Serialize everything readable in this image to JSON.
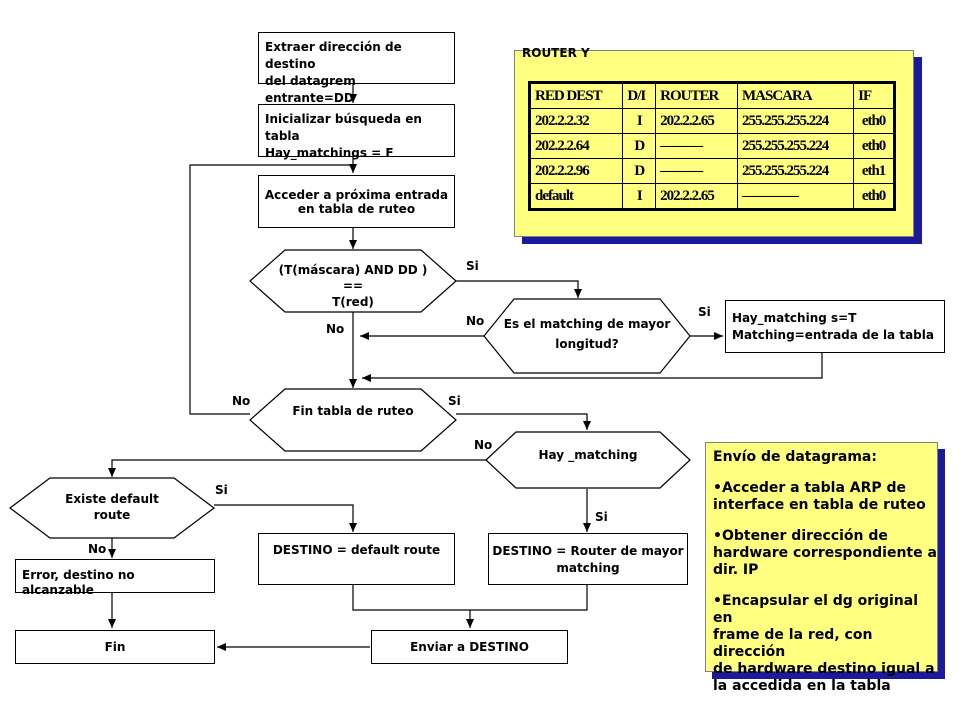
{
  "boxes": {
    "extraer": "Extraer dirección de destino\ndel datagrem entrante=DD",
    "inicializar": "Inicializar búsqueda en tabla\nHay_matchings = F",
    "acceder": "Acceder a próxima entrada\nen tabla de ruteo",
    "hay_matching_set": "Hay_matching s=T\nMatching=entrada de la tabla",
    "error": "Error, destino no\nalcanzable",
    "fin": "Fin",
    "destino_default": "DESTINO = default route",
    "destino_router": "DESTINO = Router de mayor\nmatching",
    "enviar": "Enviar a DESTINO"
  },
  "decisions": {
    "mascara": "(T(máscara) AND DD )\n==\nT(red)",
    "mayor_longitud": "Es el matching de mayor\nlongitud?",
    "fin_tabla": "Fin tabla de ruteo",
    "hay_matching": "Hay _matching",
    "existe_default": "Existe default\nroute"
  },
  "labels": {
    "si_mascara": "Si",
    "no_mascara": "No",
    "no_mayor": "No",
    "si_mayor": "Si",
    "no_fin": "No",
    "si_fin": "Si",
    "no_hay": "No",
    "si_hay": "Si",
    "si_existe": "Si",
    "no_existe": "No"
  },
  "router_table": {
    "title": "ROUTER Y",
    "headers": [
      "RED DEST",
      "D/I",
      "ROUTER",
      "MASCARA",
      "IF"
    ],
    "rows": [
      [
        "202.2.2.32",
        "I",
        "202.2.2.65",
        "255.255.255.224",
        "eth0"
      ],
      [
        "202.2.2.64",
        "D",
        "———",
        "255.255.255.224",
        "eth0"
      ],
      [
        "202.2.2.96",
        "D",
        "———",
        "255.255.255.224",
        "eth1"
      ],
      [
        "default",
        "I",
        "202.2.2.65",
        "————",
        "eth0"
      ]
    ]
  },
  "envio": {
    "title": "Envío de datagrama:",
    "items": [
      "•Acceder a tabla ARP de\ninterface en tabla de ruteo",
      "•Obtener dirección de\nhardware correspondiente a\ndir. IP",
      "•Encapsular el dg original en\nframe de la red, con dirección\n   de hardware destino igual a\nla accedida en la tabla"
    ]
  },
  "colors": {
    "note_fill": "#ffff80",
    "note_shadow": "#1a1a9a",
    "line": "#000000"
  }
}
